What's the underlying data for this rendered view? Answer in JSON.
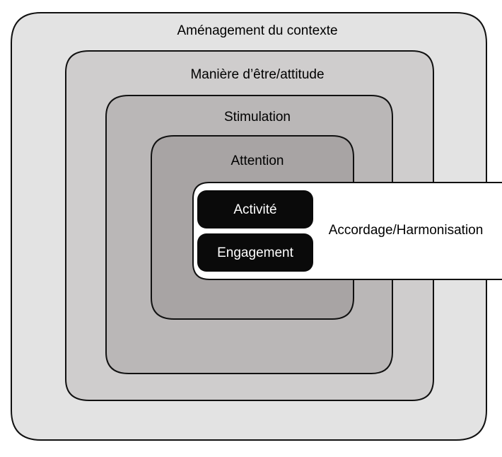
{
  "diagram": {
    "layers": [
      {
        "label": "Aménagement du contexte",
        "fill": "#e3e3e3"
      },
      {
        "label": "Manière d’être/attitude",
        "fill": "#cfcdcd"
      },
      {
        "label": "Stimulation",
        "fill": "#bab7b7"
      },
      {
        "label": "Attention",
        "fill": "#a8a4a4"
      }
    ],
    "core": {
      "items": [
        {
          "label": "Activité"
        },
        {
          "label": "Engagement"
        }
      ],
      "fill": "#0a0a0a",
      "text_color": "#ffffff"
    },
    "bridge": {
      "label": "Accordage/Harmonisation",
      "fill": "#ffffff"
    },
    "stroke": "#111111"
  }
}
